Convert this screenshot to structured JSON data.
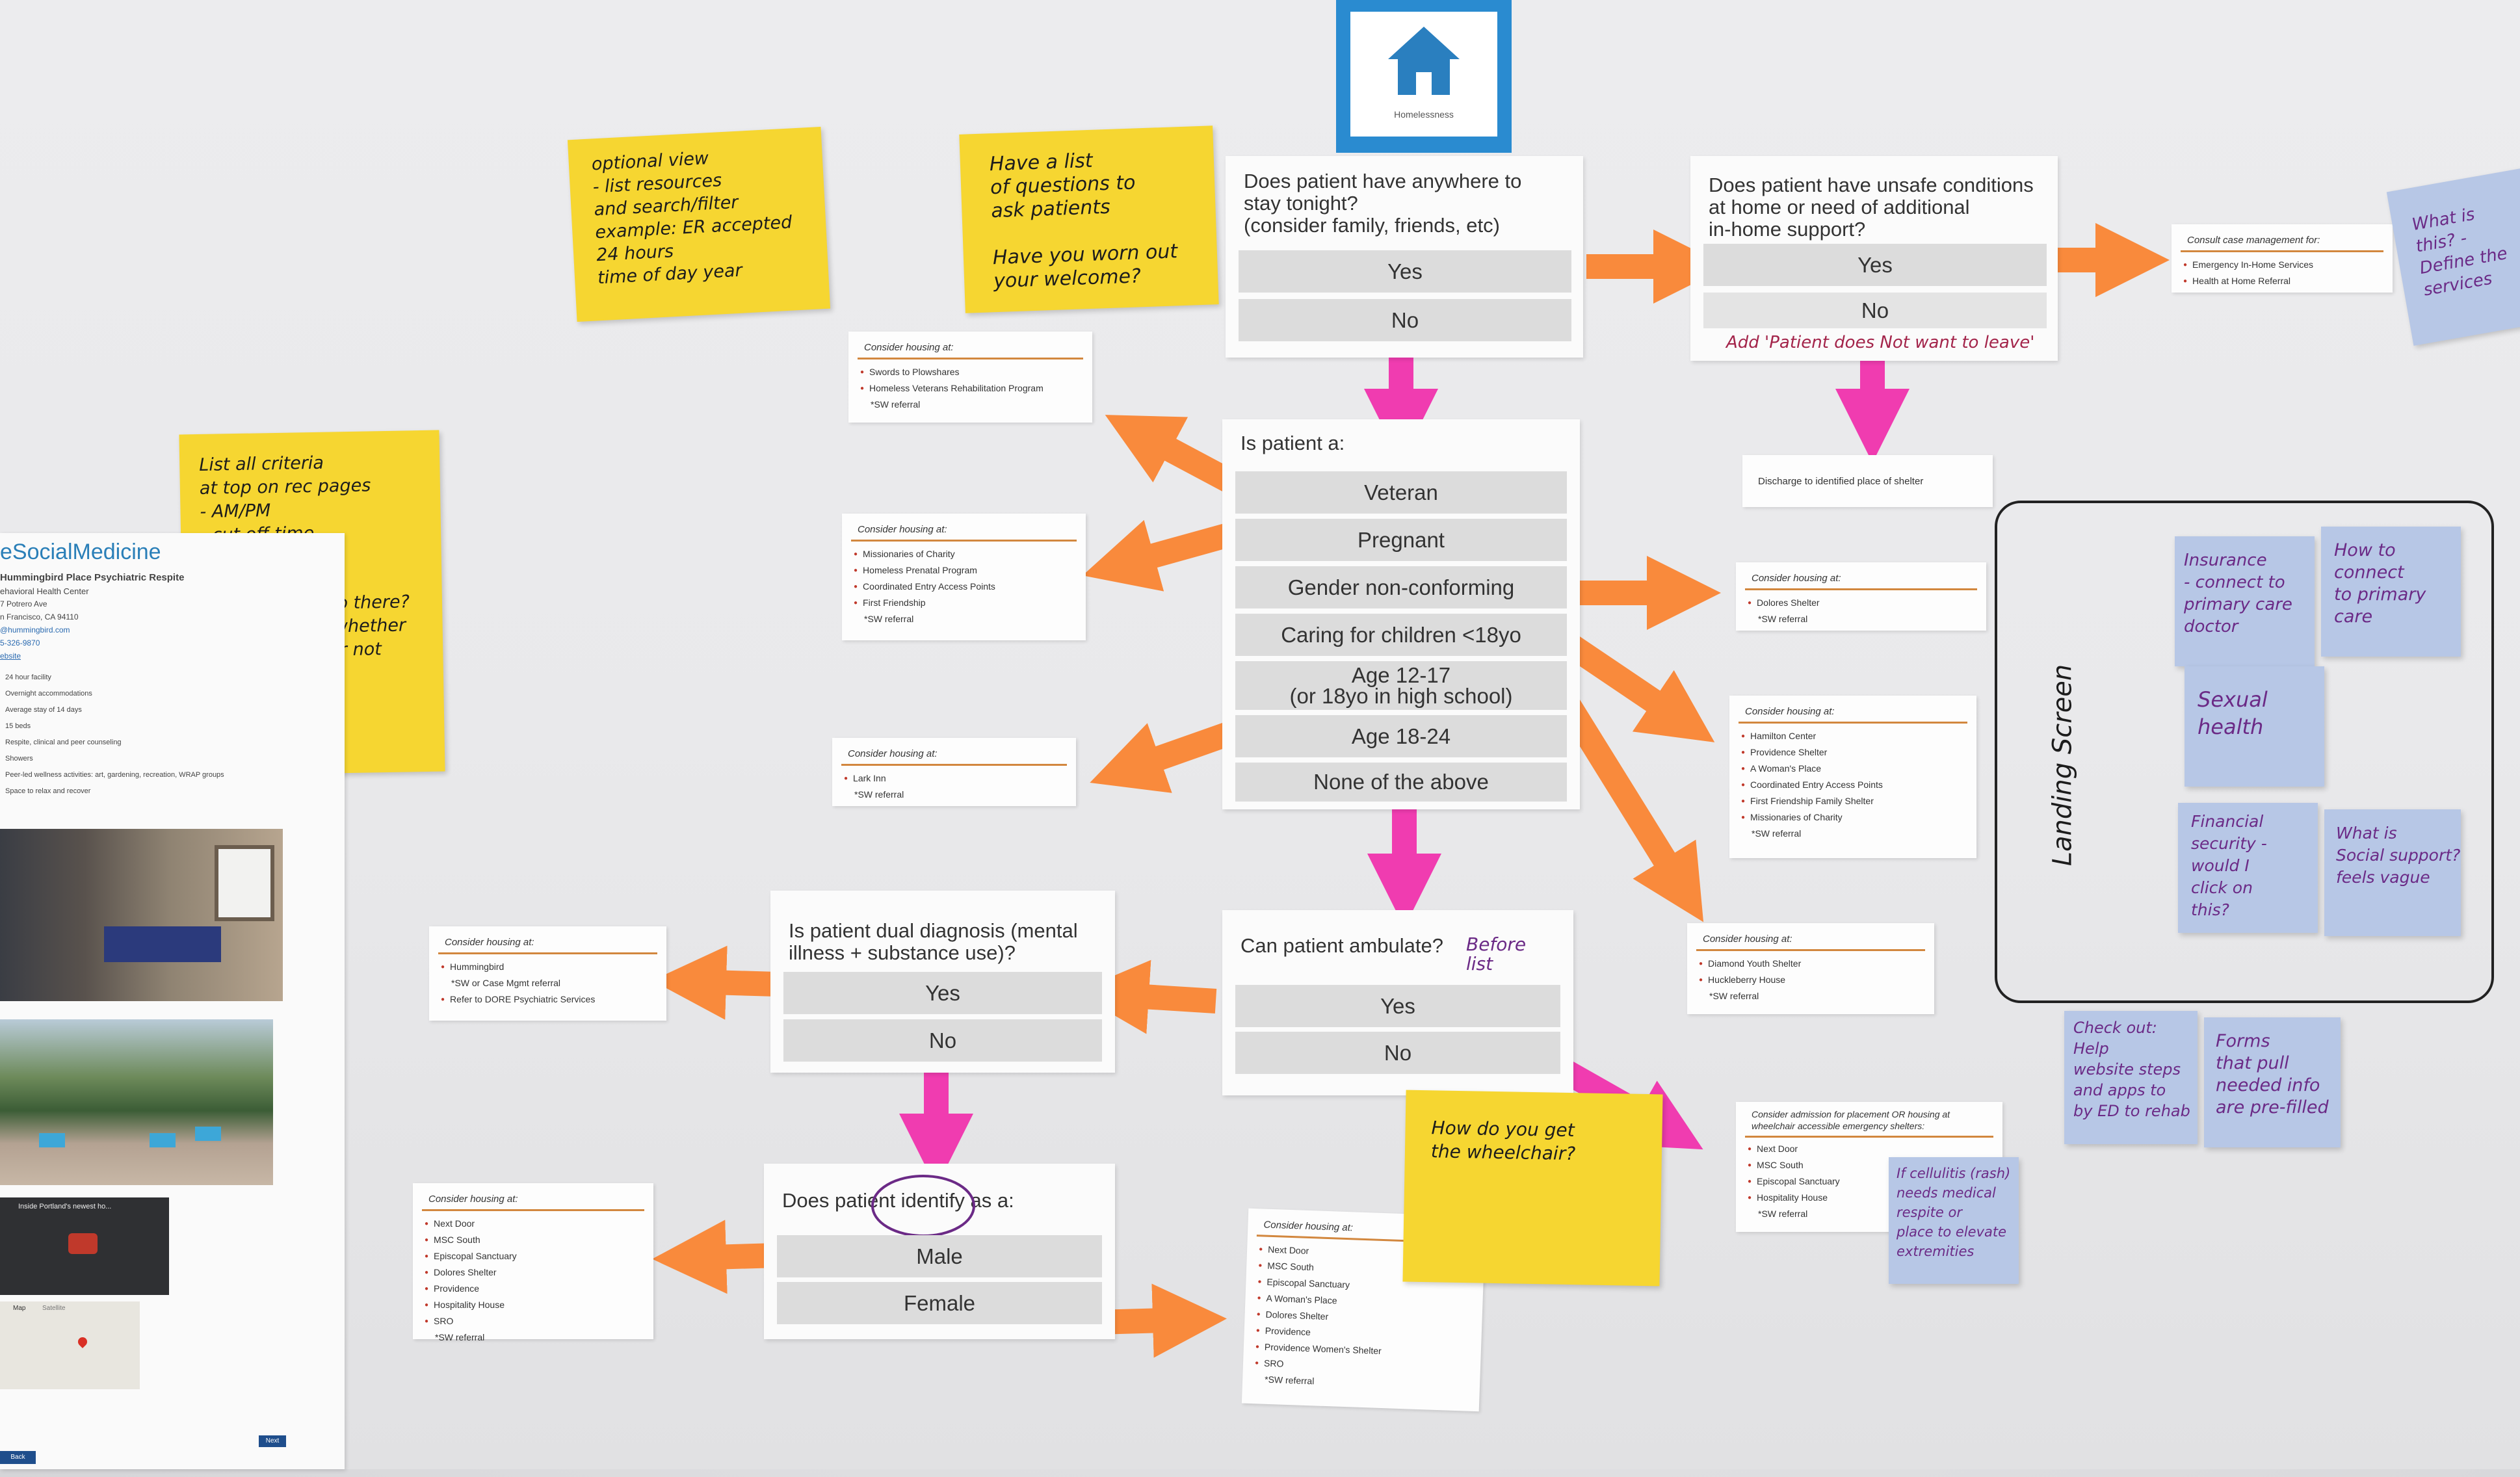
{
  "home_icon": {
    "icon": "house-icon",
    "label": "Homelessness",
    "color": "#2a8bd0"
  },
  "q1": {
    "text": "Does patient have anywhere to\nstay tonight?\n(consider family, friends, etc)",
    "yes": "Yes",
    "no": "No"
  },
  "q2": {
    "text": "Does patient have unsafe conditions\nat home or need of additional\nin-home support?",
    "yes": "Yes",
    "no": "No"
  },
  "q3": {
    "text": "Is patient a:",
    "options": [
      "Veteran",
      "Pregnant",
      "Gender non-conforming",
      "Caring for children <18yo",
      "Age 12-17\n(or 18yo in high school)",
      "Age 18-24",
      "None of the above"
    ]
  },
  "q4": {
    "text": "Can patient ambulate?",
    "yes": "Yes",
    "no": "No"
  },
  "q5": {
    "text": "Is patient dual diagnosis (mental\nillness + substance use)?",
    "yes": "Yes",
    "no": "No"
  },
  "q6": {
    "text": "Does patient identify as a:",
    "male": "Male",
    "female": "Female"
  },
  "cards": {
    "swords": {
      "head": "Consider housing at:",
      "items": [
        "Swords to Plowshares",
        "Homeless Veterans Rehabilitation Program"
      ],
      "note": "*SW referral"
    },
    "pregnant": {
      "head": "Consider housing at:",
      "items": [
        "Missionaries of Charity",
        "Homeless Prenatal Program",
        "Coordinated Entry Access Points",
        "First Friendship"
      ],
      "note": "*SW referral"
    },
    "larkin": {
      "head": "Consider housing at:",
      "items": [
        "Lark Inn"
      ],
      "note": "*SW referral"
    },
    "consult": {
      "head": "Consult case management for:",
      "items": [
        "Emergency In-Home Services",
        "Health at Home Referral"
      ],
      "note": ""
    },
    "discharge": {
      "head": "Discharge to identified place of shelter",
      "items": [],
      "note": ""
    },
    "dolores": {
      "head": "Consider housing at:",
      "items": [
        "Dolores Shelter"
      ],
      "note": "*SW referral"
    },
    "children": {
      "head": "Consider housing at:",
      "items": [
        "Hamilton Center",
        "Providence Shelter",
        "A Woman's Place",
        "Coordinated Entry Access Points",
        "First Friendship Family Shelter",
        "Missionaries of Charity"
      ],
      "note": "*SW referral"
    },
    "youth": {
      "head": "Consider housing at:",
      "items": [
        "Diamond Youth Shelter",
        "Huckleberry House"
      ],
      "note": "*SW referral"
    },
    "dual": {
      "head": "Consider housing at:",
      "items": [
        "Hummingbird",
        "Refer to DORE Psychiatric Services"
      ],
      "note_after_first": "*SW or Case Mgmt referral"
    },
    "wheelchair": {
      "head": "Consider admission for placement OR housing at\nwheelchair accessible emergency shelters:",
      "items": [
        "Next Door",
        "MSC South",
        "Episcopal Sanctuary",
        "Hospitality House"
      ],
      "note": "*SW referral"
    },
    "male": {
      "head": "Consider housing at:",
      "items": [
        "Next Door",
        "MSC South",
        "Episcopal Sanctuary",
        "Dolores Shelter",
        "Providence",
        "Hospitality House",
        "SRO"
      ],
      "note": "*SW referral"
    },
    "female": {
      "head": "Consider housing at:",
      "items": [
        "Next Door",
        "MSC South",
        "Episcopal Sanctuary",
        "A Woman's Place",
        "Dolores Shelter",
        "Providence",
        "Providence Women's Shelter",
        "SRO"
      ],
      "note": "*SW referral"
    }
  },
  "notes": {
    "optional_view": "optional view\n- list resources\nand search/filter\nexample: ER accepted\n24 hours\ntime of day year",
    "list_questions": "Have a list\nof questions to\nask patients\n\nHave you worn out\nyour welcome?",
    "criteria": "List all criteria\nat top on rec pages\n- AM/PM\n- cut off time\n- Labs\n- Do you need a wheelchair to go there?\n- Will take you whether\nyou ambulate or not",
    "wheelchair_q": "How do you get\nthe wheelchair?",
    "what_is_this": "What is\nthis? -\nDefine the\nservices",
    "add_patient": "Add 'Patient does Not want to leave'",
    "before_list": "Before\nlist",
    "cellulitis": "If cellulitis (rash)\nneeds medical\nrespite or\nplace to elevate\nextremities",
    "landing_screen": "Landing Screen",
    "insurance": "Insurance\n- connect to\nprimary care\ndoctor",
    "how_connect": "How to\nconnect\nto primary\ncare",
    "sexual_health": "Sexual\nhealth",
    "financial": "Financial\nsecurity -\nwould I\nclick on\nthis?",
    "social_support": "What is\nSocial support?\nfeels vague",
    "check_out": "Check out:\nHelp\nwebsite steps\nand apps to\nby ED to rehab",
    "forms": "Forms\nthat pull\nneeded info\nare pre-filled"
  },
  "printout": {
    "brand": "eSocialMedicine",
    "title": "Hummingbird Place Psychiatric Respite",
    "subtitle": "ehavioral Health Center",
    "address": "7 Potrero Ave",
    "city": "n Francisco, CA 94110",
    "email": "@hummingbird.com",
    "phone": "5-326-9870",
    "website": "ebsite",
    "bullets": [
      "24 hour facility",
      "Overnight accommodations",
      "Average stay of 14 days",
      "15 beds",
      "Respite, clinical and peer counseling",
      "Showers",
      "Peer-led wellness activities: art, gardening, recreation, WRAP groups",
      "Space to relax and recover"
    ],
    "video_caption": "Inside Portland's newest ho...",
    "map_tabs": [
      "Map",
      "Satellite"
    ],
    "next": "Next",
    "back": "Back"
  },
  "colors": {
    "orange_arrow": "#f98a3c",
    "pink_arrow": "#f03cb0",
    "sticky_yellow": "#f6d631",
    "sticky_blue": "#b7c7e6",
    "accent_line": "#d2873e"
  }
}
